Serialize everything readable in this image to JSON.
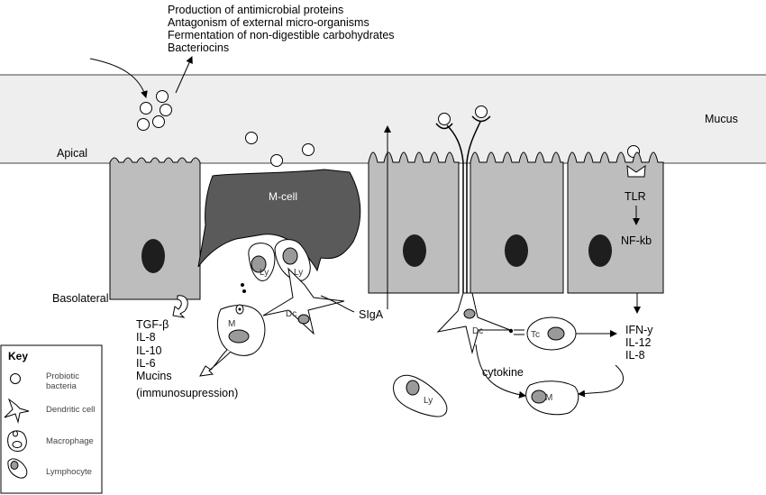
{
  "functions": [
    "Production of antimicrobial proteins",
    "Antagonism of external micro-organisms",
    "Fermentation of non-digestible carbohydrates",
    "Bacteriocins"
  ],
  "mucus_label": "Mucus",
  "apical_label": "Apical",
  "basolateral_label": "Basolateral",
  "mcell_label": "M-cell",
  "ly_label": "Ly",
  "m_label": "M",
  "dc_label": "Dc",
  "tc_label": "Tc",
  "sIgA_label": "SIgA",
  "tlr_label": "TLR",
  "nfkb_label": "NF-kb",
  "cytokine_label": "cytokine",
  "left_cytokines": [
    "TGF-β",
    "IL-8",
    "IL-10",
    "IL-6",
    "Mucins"
  ],
  "immuno_label": "(immunosupression)",
  "right_cytokines": [
    "IFN-y",
    "IL-12",
    "IL-8"
  ],
  "key": {
    "title": "Key",
    "probiotic": [
      "Probiotic",
      "bacteria"
    ],
    "dendritic": "Dendritic cell",
    "macrophage": "Macrophage",
    "lymphocyte": "Lymphocyte"
  },
  "colors": {
    "mucus": "#eeeeee",
    "epithelial": "#bdbdbd",
    "mcell": "#5a5a5a",
    "nucleus": "#1e1e1e",
    "organelle": "#9a9a9a"
  }
}
